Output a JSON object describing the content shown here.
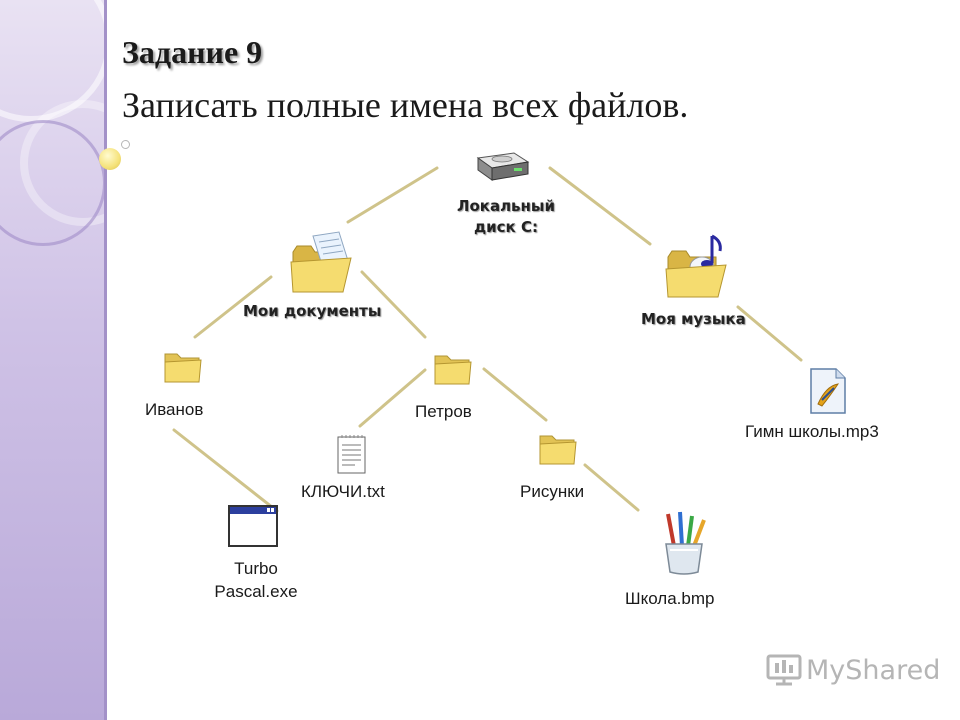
{
  "slide": {
    "title": "Задание 9",
    "subtitle": "Записать полные имена всех файлов."
  },
  "tree": {
    "root": "Локальный диск С:",
    "root_line1": "Локальный",
    "root_line2": "диск С:",
    "folders": {
      "my_documents": "Мои документы",
      "my_music": "Моя музыка",
      "ivanov": "Иванов",
      "petrov": "Петров",
      "pictures": "Рисунки"
    },
    "files": {
      "turbo_pascal_line1": "Turbo",
      "turbo_pascal_line2": "Pascal.exe",
      "keys_txt": "КЛЮЧИ.txt",
      "school_bmp": "Школа.bmp",
      "anthem_mp3": "Гимн школы.mp3"
    }
  },
  "icons": {
    "drive": "hard-drive-icon",
    "open_folder_docs": "open-folder-documents-icon",
    "open_folder_music": "open-folder-music-icon",
    "folder": "folder-icon",
    "text_file": "text-file-icon",
    "exe_file": "application-window-icon",
    "bmp_file": "paint-brushes-icon",
    "mp3_file": "media-file-icon"
  },
  "watermark": {
    "text": "MyShared"
  },
  "colors": {
    "connector": "#cfc38a",
    "folder": "#f2d96b",
    "sidebar": "#c6b8e2"
  }
}
